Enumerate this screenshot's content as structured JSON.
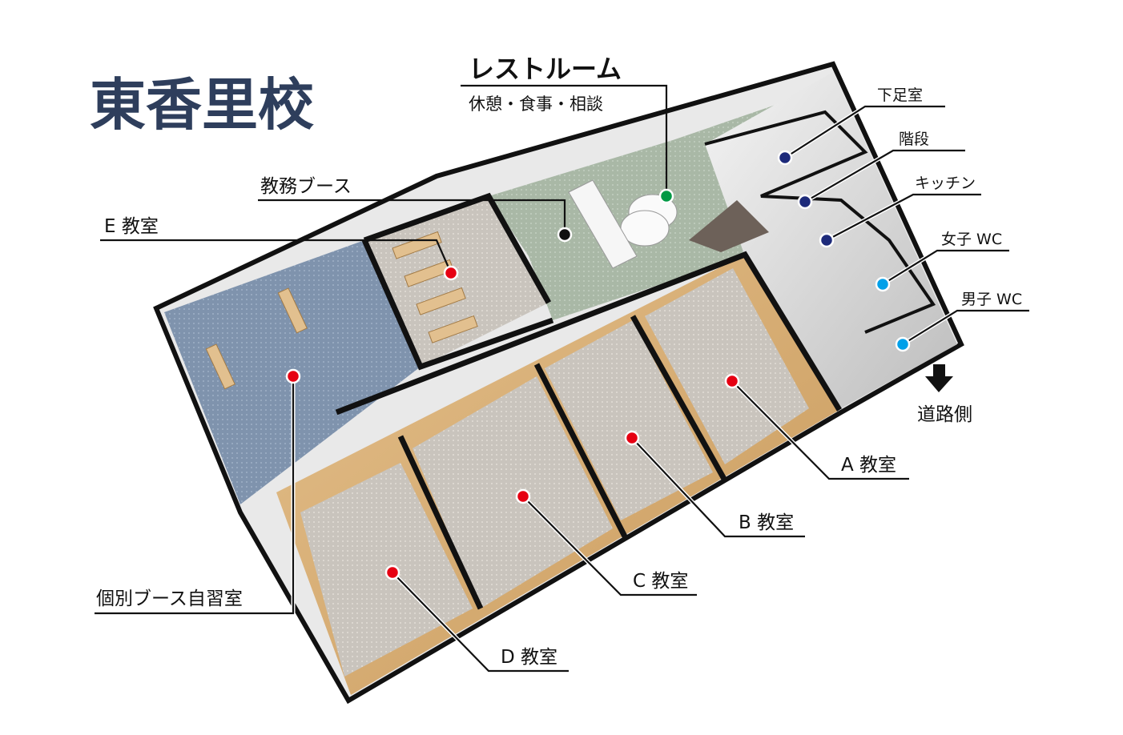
{
  "title": "東香里校",
  "colors": {
    "title": "#2e3e5c",
    "classroom_dot": "#e60012",
    "restroom_dot": "#009944",
    "utility_dot": "#1d2a7a",
    "wc_dot": "#00a0e9"
  },
  "labels": {
    "restroom": "レストルーム",
    "restroom_sub": "休憩・食事・相談",
    "office_booth": "教務ブース",
    "room_e": "E 教室",
    "shoe_room": "下足室",
    "stairs": "階段",
    "kitchen": "キッチン",
    "womens_wc": "女子 WC",
    "mens_wc": "男子 WC",
    "road_side": "道路側",
    "room_a": "A 教室",
    "room_b": "B 教室",
    "room_c": "C 教室",
    "room_d": "D 教室",
    "study_booth": "個別ブース自習室"
  }
}
